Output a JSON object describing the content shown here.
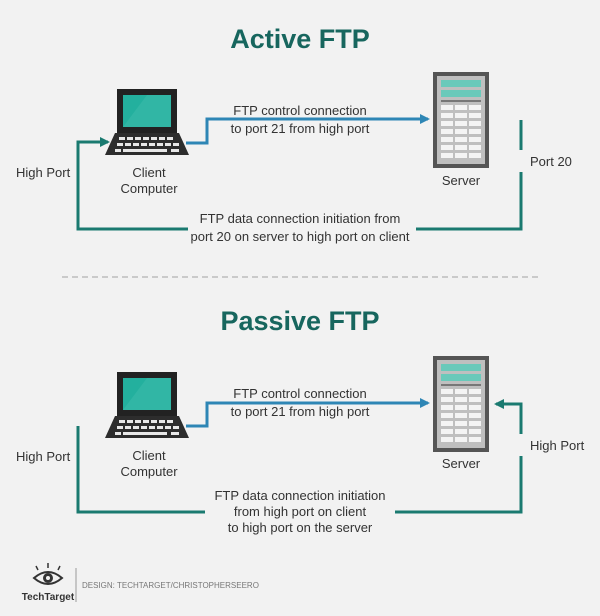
{
  "colors": {
    "teal": "#1a7a70",
    "blue": "#2e86b5",
    "title": "#17665e",
    "laptop_screen": "#23b09e",
    "server_face": "#bfbfbf",
    "server_slot": "#6ac9ba"
  },
  "active": {
    "title": "Active FTP",
    "control_line1": "FTP control connection",
    "control_line2": "to port 21 from high port",
    "client_line1": "Client",
    "client_line2": "Computer",
    "server": "Server",
    "high_port": "High Port",
    "server_port": "Port 20",
    "data_line1": "FTP data connection initiation from",
    "data_line2": "port 20 on server to high port on client"
  },
  "passive": {
    "title": "Passive FTP",
    "control_line1": "FTP control connection",
    "control_line2": "to port 21 from high port",
    "client_line1": "Client",
    "client_line2": "Computer",
    "server": "Server",
    "high_port": "High Port",
    "server_port": "High Port",
    "data_line1": "FTP data connection initiation",
    "data_line2": "from high port on client",
    "data_line3": "to high port on the server"
  },
  "footer": {
    "brand": "TechTarget",
    "credit": "DESIGN: TECHTARGET/CHRISTOPHERSEERO"
  },
  "icons": {
    "laptop": "laptop-icon",
    "server": "server-icon",
    "logo": "techtarget-eye-logo"
  }
}
